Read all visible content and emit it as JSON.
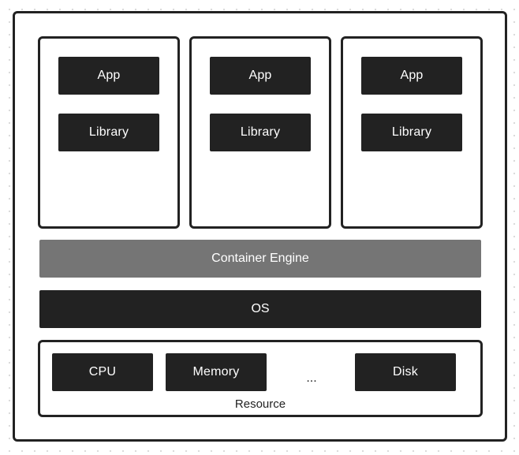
{
  "containers": [
    {
      "app": "App",
      "library": "Library"
    },
    {
      "app": "App",
      "library": "Library"
    },
    {
      "app": "App",
      "library": "Library"
    }
  ],
  "engine": "Container Engine",
  "os": "OS",
  "resource": {
    "label": "Resource",
    "items": [
      "CPU",
      "Memory",
      "...",
      "Disk"
    ]
  },
  "colors": {
    "dark": "#222222",
    "engine": "#757575",
    "text_light": "#ffffff"
  }
}
